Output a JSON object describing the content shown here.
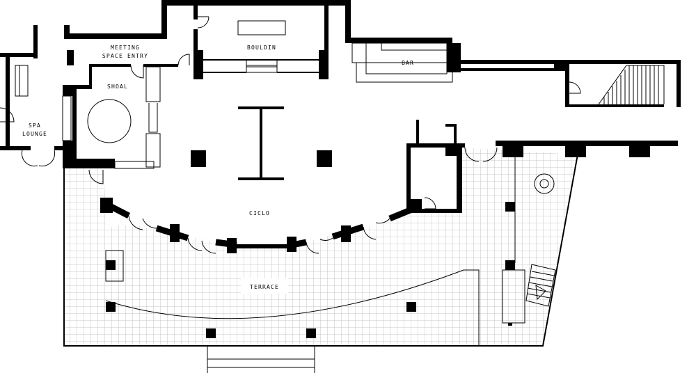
{
  "floor_plan": {
    "rooms": {
      "meeting_space_entry": [
        "MEETING",
        "SPACE ENTRY"
      ],
      "bouldin": "BOULDIN",
      "bar": "BAR",
      "shoal": "SHOAL",
      "spa_lounge": [
        "SPA",
        "LOUNGE"
      ],
      "ciclo": "CICLO",
      "terrace": "TERRACE"
    },
    "colors": {
      "wall": "#000000",
      "background": "#ffffff",
      "terrace_grid": "#b8b8b8"
    }
  }
}
